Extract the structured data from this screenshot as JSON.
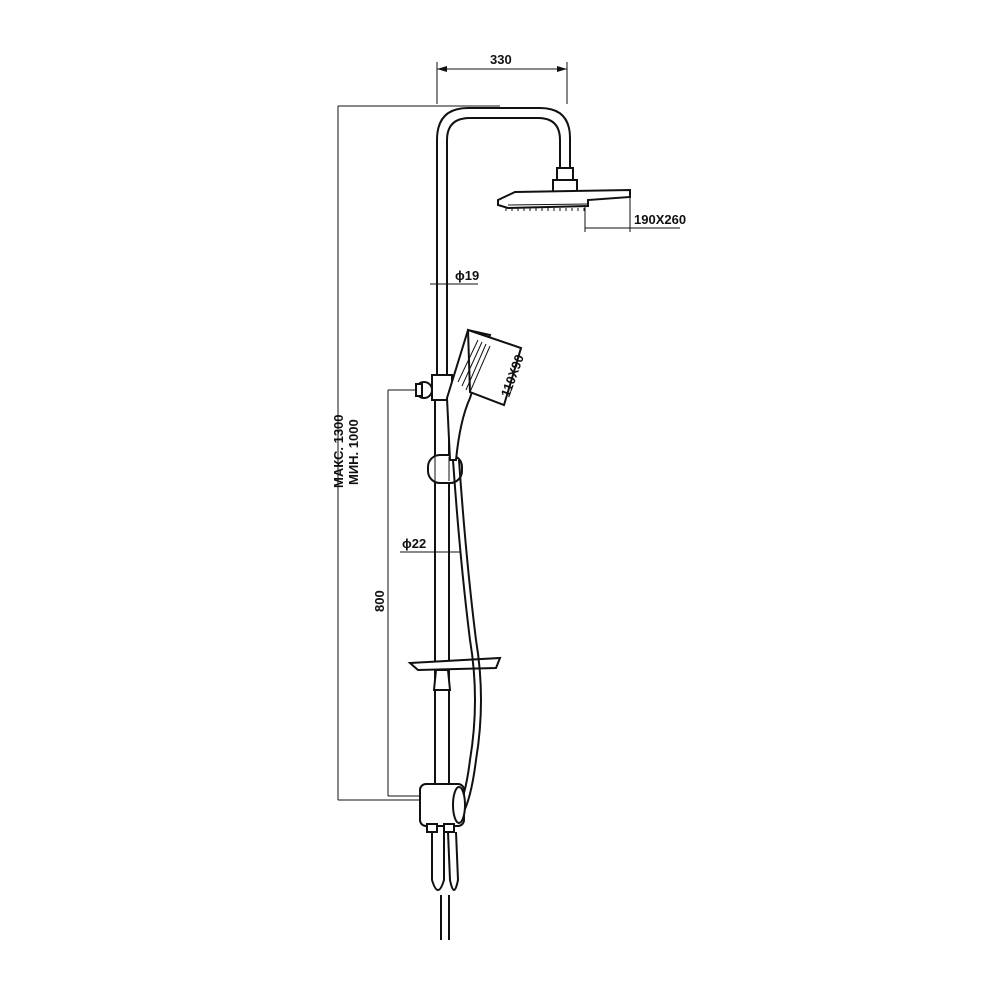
{
  "dimensions": {
    "arm_projection": "330",
    "head_size": "190Х260",
    "upper_pipe_diameter": "ϕ19",
    "lower_pipe_diameter": "ϕ22",
    "max_height": "МАКС. 1300",
    "min_height": "МИН. 1000",
    "hand_shower_size": "110Х90",
    "mixer_to_holder": "800"
  },
  "colors": {
    "line": "#111111",
    "background": "#ffffff"
  }
}
